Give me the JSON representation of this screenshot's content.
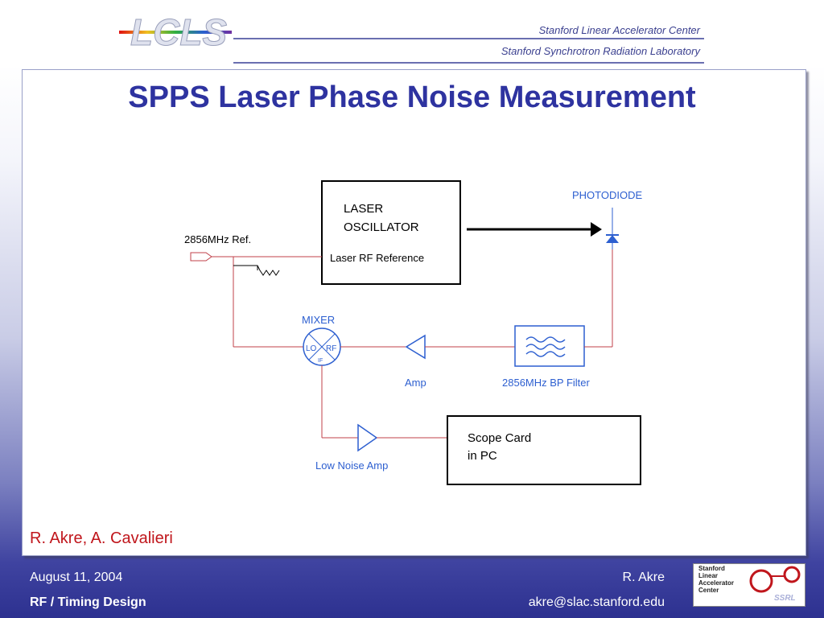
{
  "header": {
    "logo_text": "LCLS",
    "org_line1": "Stanford Linear Accelerator Center",
    "org_line2": "Stanford Synchrotron Radiation Laboratory"
  },
  "slide": {
    "title": "SPPS Laser Phase Noise Measurement",
    "authors": "R. Akre, A. Cavalieri"
  },
  "diagram": {
    "laser_line1": "LASER",
    "laser_line2": "OSCILLATOR",
    "laser_rf": "Laser RF Reference",
    "photodiode": "PHOTODIODE",
    "ref_label": "2856MHz Ref.",
    "mixer": "MIXER",
    "mixer_lo": "LO",
    "mixer_rf": "RF",
    "mixer_if": "IF",
    "amp": "Amp",
    "filter": "2856MHz BP Filter",
    "lna": "Low Noise Amp",
    "scope_line1": "Scope Card",
    "scope_line2": "in PC"
  },
  "footer": {
    "date": "August 11, 2004",
    "topic": "RF / Timing Design",
    "presenter": "R. Akre",
    "email": "akre@slac.stanford.edu",
    "badge_lines": [
      "Stanford",
      "Linear",
      "Accelerator",
      "Center"
    ],
    "badge_ssrl": "SSRL"
  },
  "colors": {
    "title": "#2e33a0",
    "authors": "#c0161c",
    "wire": "#c0404a",
    "diagram_blue": "#2d5fd0"
  }
}
